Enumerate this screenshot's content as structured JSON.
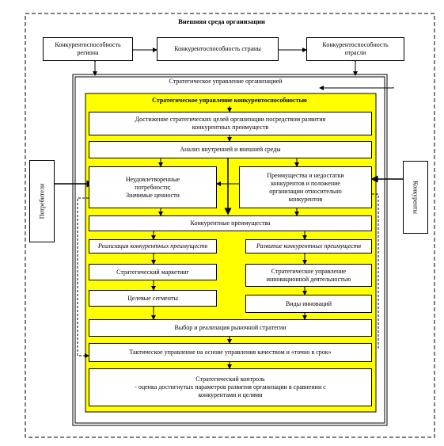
{
  "external_env": {
    "title": "Внешняя среда организации"
  },
  "top_boxes": {
    "region": "Конкурентоспособность\nрегиона",
    "country": "Конкурентоспособность страны",
    "industry": "Конкурентоспособность\nотрасли"
  },
  "strategic_org": {
    "title": "Стратегическое управление организацией"
  },
  "strategic_comp": {
    "title": "Стратегическое управление конкурентоспособностью"
  },
  "side": {
    "consumers": "Потребители",
    "competitors": "Конкуренты"
  },
  "boxes": {
    "goals": "Достижение стратегических целей организации посредством развития\nконкурентных преимуществ",
    "analysis": "Анализ внутренней и внешней среды",
    "needs": "Неудовлетворенные\nпотребности;\nЗначимые ценности",
    "pros_cons": "Преимущества и недостатки\nконкурентов и положение\nорганизации относительно\nконкурентов",
    "advantages": "Конкурентные преимущества",
    "realization": "Реализация конкурентных преимуществ",
    "development": "Развитие конкурентных преимуществ",
    "marketing": "Стратегический маркетинг",
    "innovation_mgmt": "Стратегическое управление\nинновационной деятельностью",
    "segments": "Целевые сегменты",
    "innovations": "Виды инноваций",
    "market_strategy": "Выбор и реализация рыночной стратегии",
    "tactical": "Тактическое управление на основе управления качеством и «точно в срок»",
    "control": "Стратегический контроль\n- оценка достигнутых параметров развития организации в сравнении с\nконкурентами и целями"
  },
  "colors": {
    "yellow": "#ffff00",
    "line": "#000000"
  }
}
